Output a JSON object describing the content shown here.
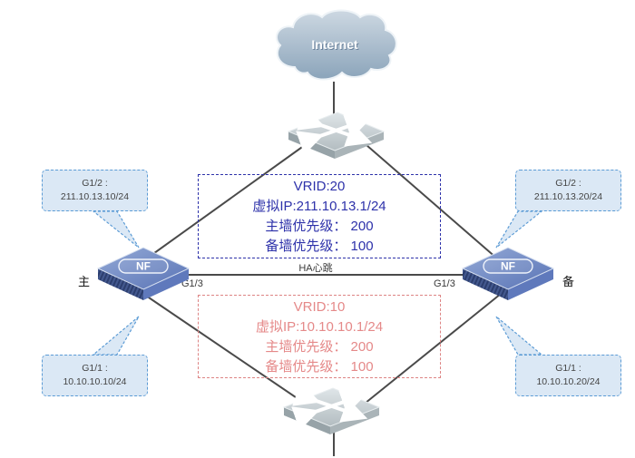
{
  "cloud": {
    "label": "Internet"
  },
  "firewalls": {
    "left": {
      "name": "NF",
      "role": "主",
      "heartbeat_port": "G1/3"
    },
    "right": {
      "name": "NF",
      "role": "备",
      "heartbeat_port": "G1/3"
    }
  },
  "heartbeat": {
    "label": "HA心跳"
  },
  "vrrp_wan": {
    "vrid": "VRID:20",
    "virtual_ip": "虚拟IP:211.10.13.1/24",
    "master_priority": "主墙优先级： 200",
    "backup_priority": "备墙优先级： 100",
    "text_color": "#2e32aa"
  },
  "vrrp_lan": {
    "vrid": "VRID:10",
    "virtual_ip": "虚拟IP:10.10.10.1/24",
    "master_priority": "主墙优先级： 200",
    "backup_priority": "备墙优先级： 100",
    "text_color": "#e58989"
  },
  "callouts": {
    "top_left": {
      "port": "G1/2 :",
      "ip": "211.10.13.10/24"
    },
    "top_right": {
      "port": "G1/2 :",
      "ip": "211.10.13.20/24"
    },
    "bottom_left": {
      "port": "G1/1 :",
      "ip": "10.10.10.10/24"
    },
    "bottom_right": {
      "port": "G1/1 :",
      "ip": "10.10.10.20/24"
    }
  },
  "colors": {
    "callout_border": "#5b9bd5",
    "callout_fill": "#dbe8f5",
    "line": "#4a4a4a",
    "wan_accent": "#2e32aa",
    "lan_accent": "#e58989"
  }
}
